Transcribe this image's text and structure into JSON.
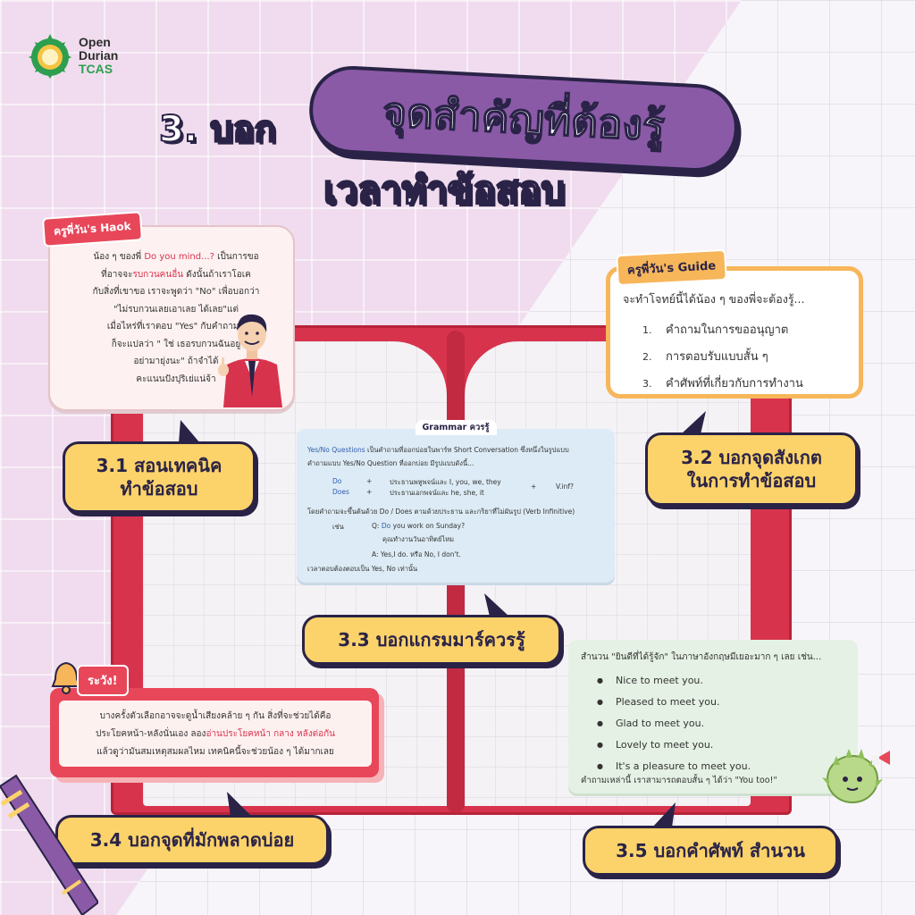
{
  "logo": {
    "line1": "Open",
    "line2": "Durian",
    "line3": "TCAS"
  },
  "header": {
    "number": "3. บอก",
    "highlight": "จุดสำคัญที่ต้องรู้",
    "subtitle": "เวลาทำข้อสอบ"
  },
  "card31": {
    "tag": "ครูพี่วัน's Haok",
    "l1a": "น้อง ๆ ของพี่ ",
    "l1b": "Do you mind...?",
    "l1c": " เป็นการขอ",
    "l2a": "ที่อาจจะ",
    "l2b": "รบกวนคนอื่น",
    "l2c": " ดังนั้นถ้าเราโอเค",
    "l3": "กับสิ่งที่เขาขอ เราจะพูดว่า \"No\" เพื่อบอกว่า",
    "l4": "\"ไม่รบกวนเลยเอาเลย ได้เลย\"แต่",
    "l5": "เมื่อไหร่ที่เราตอบ \"Yes\" กับคำถามนี้",
    "l6": "ก็จะแปลว่า \" ใช่ เธอรบกวนฉันอยู่",
    "l7": "อย่ามายุ่งนะ\" ถ้าจำได้",
    "l8": "คะแนนปังปุริเย่แน่จ้า"
  },
  "label31": {
    "line1": "3.1 สอนเทคนิค",
    "line2": "ทำข้อสอบ"
  },
  "card32": {
    "tag": "ครูพี่วัน's Guide",
    "lead": "จะทำโจทย์นี้ได้น้อง ๆ ของพี่จะต้องรู้...",
    "items": [
      {
        "n": "1.",
        "text": "คำถามในการขออนุญาต"
      },
      {
        "n": "2.",
        "text": "การตอบรับแบบสั้น ๆ"
      },
      {
        "n": "3.",
        "text": "คำศัพท์ที่เกี่ยวกับการทำงาน"
      }
    ]
  },
  "label32": {
    "line1": "3.2 บอกจุดสังเกต",
    "line2": "ในการทำข้อสอบ"
  },
  "card33": {
    "title": "Grammar ควรรู้",
    "p1a": "Yes/No Questions",
    "p1b": " เป็นคำถามที่ออกบ่อยในพาร์ท Short Conversation ซึ่งหนึ่งในรูปแบบ",
    "p2": "คำถามแบบ Yes/No Question ที่ออกบ่อย มีรูปแบบดังนี้...",
    "do": "Do",
    "does": "Does",
    "plus": "+",
    "r1": "ประธานพหูพจน์และ I, you, we, they",
    "r2": "ประธานเอกพจน์และ he, she, it",
    "vinf": "V.inf?",
    "p3": "โดยคำถามจะขึ้นต้นด้วย Do / Does ตามด้วยประธาน และกริยาที่ไม่ผันรูป (Verb Infinitive)",
    "eg": "เช่น",
    "qa": "Q: ",
    "qb": "Do",
    "qc": " you work on Sunday?",
    "qth": "คุณทำงานวันอาทิตย์ไหม",
    "ans": "A: Yes,I do. หรือ No, I don't.",
    "p4": "เวลาตอบต้องตอบเป็น Yes, No เท่านั้น"
  },
  "label33": {
    "line1": "3.3 บอกแกรมมาร์ควรรู้"
  },
  "card34": {
    "tag": "ระวัง!",
    "l1": "บางครั้งตัวเลือกอาจจะดูน้ำเสียงคล้าย ๆ กัน สิ่งที่จะช่วยได้คือ",
    "l2a": "ประโยคหน้า-หลังนั่นเอง ลอง",
    "l2b": "อ่านประโยคหน้า กลาง หลังต่อกัน",
    "l3": "แล้วดูว่ามันสมเหตุสมผลไหม เทคนิคนี้จะช่วยน้อง ๆ ได้มากเลย"
  },
  "label34": {
    "line1": "3.4 บอกจุดที่มักพลาดบ่อย"
  },
  "card35": {
    "head": "สำนวน \"ยินดีที่ได้รู้จัก\" ในภาษาอังกฤษมีเยอะมาก ๆ เลย เช่น...",
    "items": [
      "Nice to meet you.",
      "Pleased to meet you.",
      "Glad to meet you.",
      "Lovely to meet you.",
      "It's a pleasure to meet you."
    ],
    "foot": "คำถามเหล่านี้ เราสามารถตอบสั้น ๆ ได้ว่า \"You too!\""
  },
  "label35": {
    "line1": "3.5 บอกคำศัพท์ สำนวน"
  },
  "colors": {
    "purple": "#8a5aa7",
    "navy": "#2a2347",
    "yellow": "#fcd36a",
    "red": "#e8475a",
    "book": "#d8334d"
  }
}
